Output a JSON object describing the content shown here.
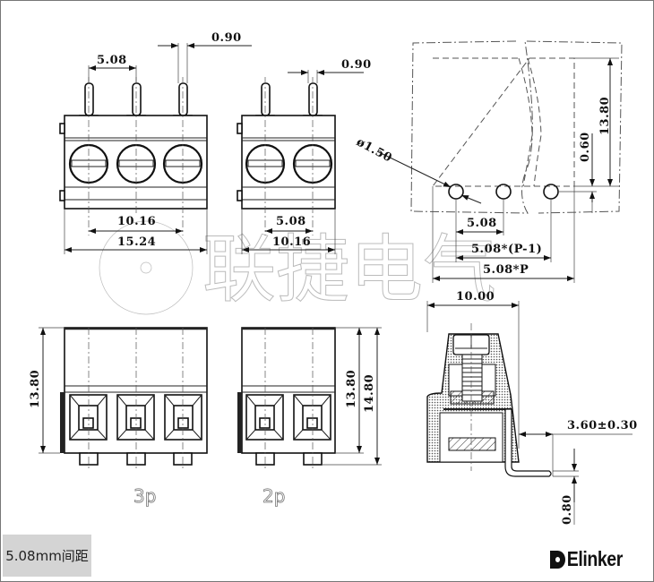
{
  "watermark": "联捷电气",
  "top_3p": {
    "pitch": "5.08",
    "pin_width": "0.90",
    "inner_span": "10.16",
    "overall_width": "15.24"
  },
  "top_2p": {
    "pin_width": "0.90",
    "pitch": "5.08",
    "overall_width": "10.16"
  },
  "pcb_layout": {
    "hole_diameter": "ø1.50",
    "height": "13.80",
    "offset": "0.60",
    "pitch": "5.08",
    "span_p1": "5.08*(P-1)",
    "span_p": "5.08*P"
  },
  "side_view": {
    "depth": "10.00",
    "pin_length": "3.60±0.30",
    "pin_thickness": "0.80"
  },
  "front_3p": {
    "height": "13.80",
    "caption": "3p"
  },
  "front_2p": {
    "height": "13.80",
    "total_height": "14.80",
    "caption": "2p"
  },
  "footer": {
    "spec_label": "5.08mm间距",
    "brand": "Elinker"
  }
}
